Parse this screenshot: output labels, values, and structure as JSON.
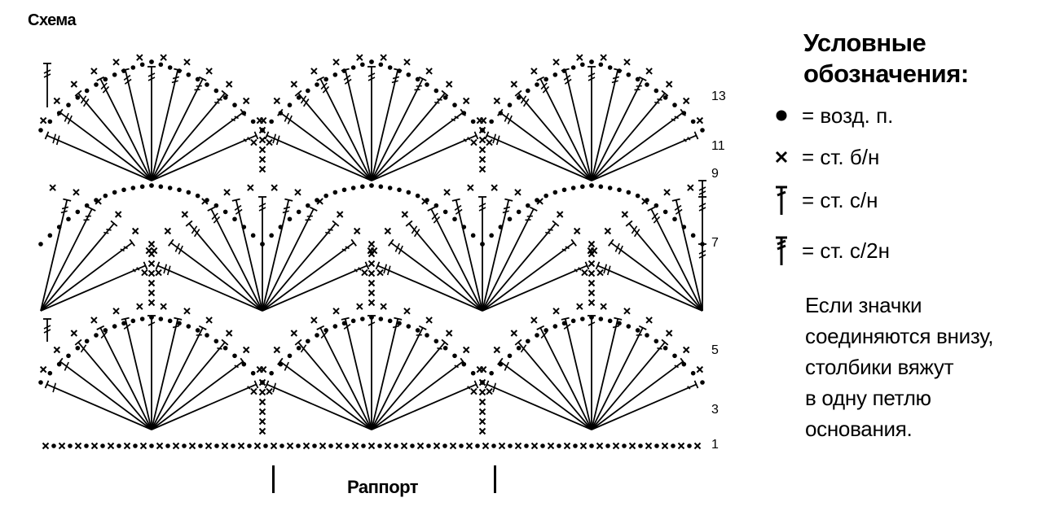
{
  "title": "Схема",
  "row_labels": [
    "13",
    "11",
    "9",
    "7",
    "5",
    "3",
    "1"
  ],
  "repeat_label": "Раппорт",
  "legend": {
    "title_line1": "Условные",
    "title_line2": "обозначения:",
    "items": [
      {
        "icon": "dot-chain-icon",
        "text": "= возд. п."
      },
      {
        "icon": "x-single-crochet-icon",
        "text": "= ст. б/н"
      },
      {
        "icon": "double-crochet-icon",
        "text": "= ст. с/н"
      },
      {
        "icon": "treble-crochet-icon",
        "text": "= ст. с/2н"
      }
    ]
  },
  "note": {
    "line1": "Если значки",
    "line2": "соединяются внизу,",
    "line3": "столбики вяжут",
    "line4": "в одну петлю",
    "line5": "основания."
  }
}
